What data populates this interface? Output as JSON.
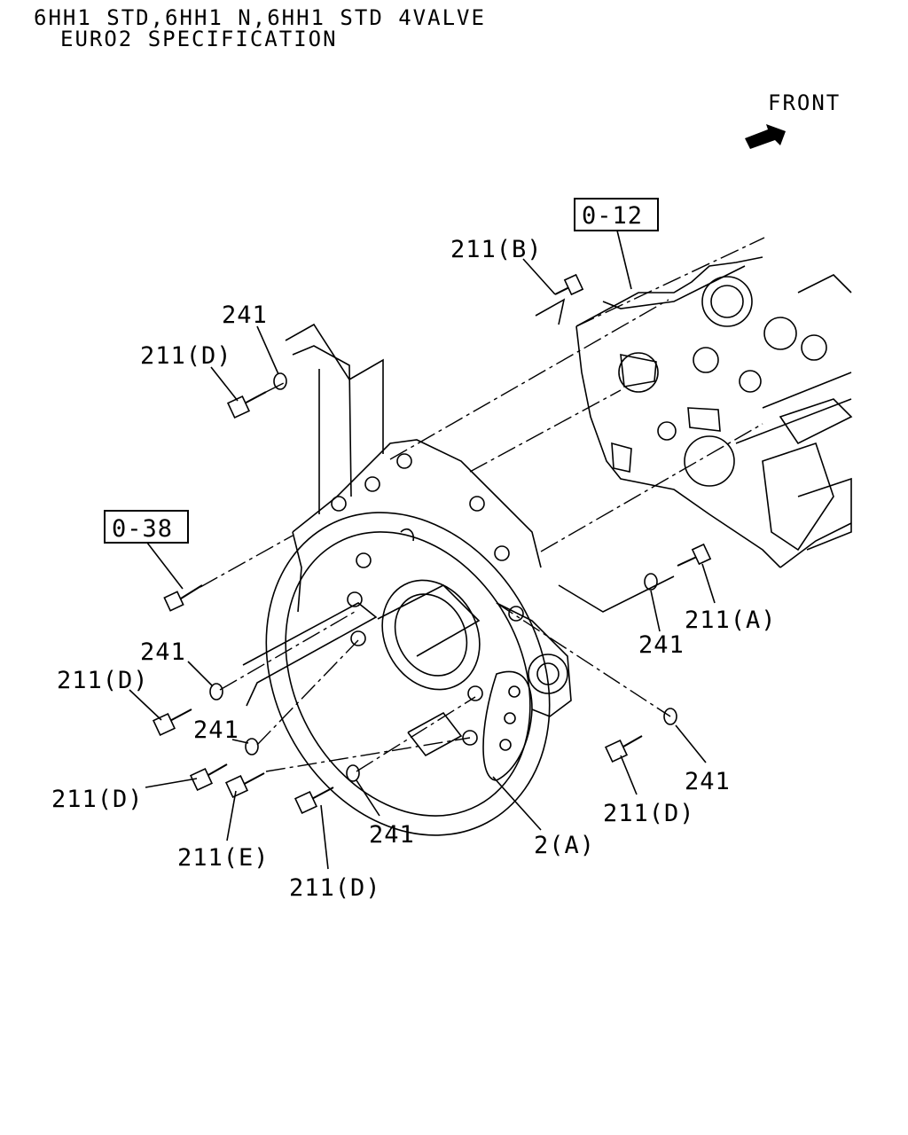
{
  "title": {
    "line1": "6HH1 STD,6HH1 N,6HH1 STD 4VALVE",
    "line2": "EURO2 SPECIFICATION"
  },
  "front_label": "FRONT",
  "boxed_refs": [
    "0-12",
    "0-38"
  ],
  "callouts": [
    {
      "id": "bolt-211b",
      "text": "211(B)"
    },
    {
      "id": "washer-241-top",
      "text": "241"
    },
    {
      "id": "bolt-211d-top",
      "text": "211(D)"
    },
    {
      "id": "washer-241-left1",
      "text": "241"
    },
    {
      "id": "bolt-211d-left1",
      "text": "211(D)"
    },
    {
      "id": "washer-241-left2",
      "text": "241"
    },
    {
      "id": "bolt-211d-left2",
      "text": "211(D)"
    },
    {
      "id": "bolt-211e",
      "text": "211(E)"
    },
    {
      "id": "bolt-211d-bottom",
      "text": "211(D)"
    },
    {
      "id": "washer-241-bottom",
      "text": "241"
    },
    {
      "id": "housing-2a",
      "text": "2(A)"
    },
    {
      "id": "bolt-211d-right",
      "text": "211(D)"
    },
    {
      "id": "washer-241-right",
      "text": "241"
    },
    {
      "id": "washer-241-mid",
      "text": "241"
    },
    {
      "id": "bolt-211a",
      "text": "211(A)"
    }
  ],
  "colors": {
    "ink": "#000000",
    "paper": "#ffffff"
  }
}
